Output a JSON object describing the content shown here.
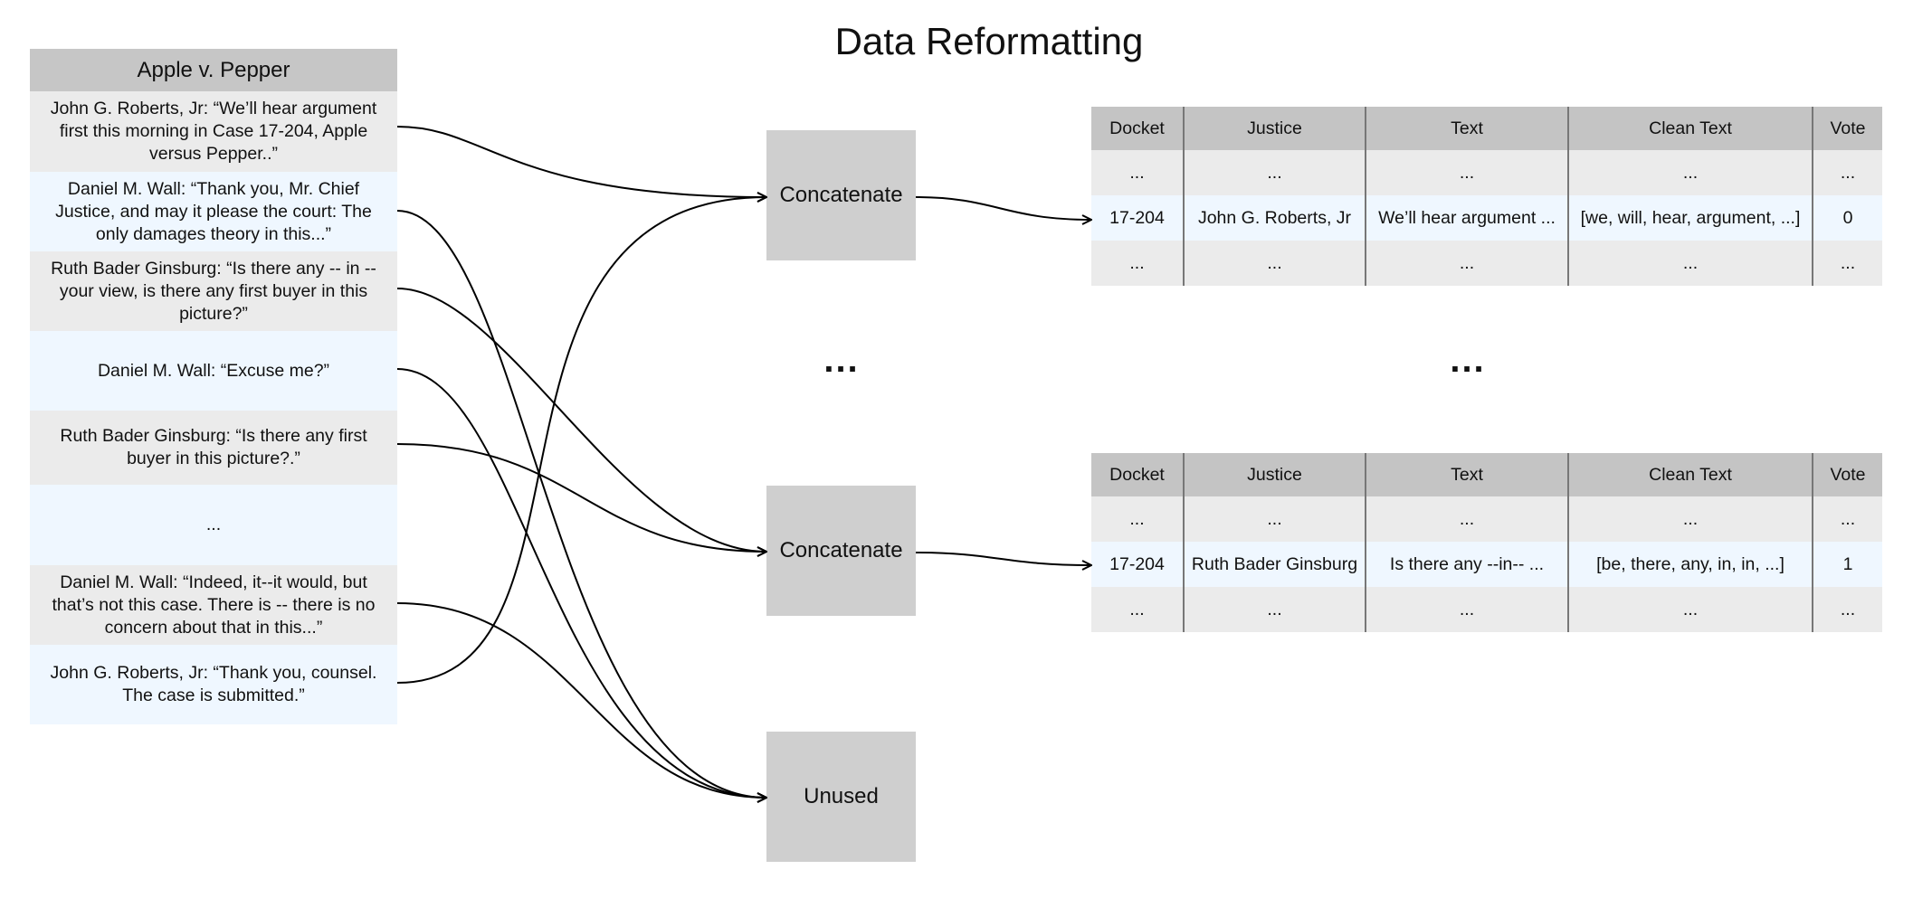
{
  "title": "Data Reformatting",
  "transcript": {
    "header": "Apple v. Pepper",
    "rows": [
      "John G. Roberts, Jr: “We’ll hear argument first this morning in Case 17-204, Apple versus Pepper..”",
      "Daniel M. Wall: “Thank you, Mr. Chief Justice, and may it please the court: The only damages theory in this...”",
      "Ruth Bader Ginsburg: “Is there any -- in -- your view, is there any first buyer in this picture?”",
      "Daniel M. Wall: “Excuse me?”",
      "Ruth Bader Ginsburg: “Is there any first buyer in this picture?.”",
      "...",
      "Daniel M. Wall: “Indeed, it--it would, but that’s not this case. There is -- there is no concern about that in this...”",
      "John G. Roberts, Jr: “Thank you, counsel. The case is submitted.”"
    ]
  },
  "boxes": {
    "concat1": "Concatenate",
    "concat2": "Concatenate",
    "unused": "Unused"
  },
  "ellipsis": "...",
  "tables": [
    {
      "headers": [
        "Docket",
        "Justice",
        "Text",
        "Clean Text",
        "Vote"
      ],
      "rows": [
        [
          "...",
          "...",
          "...",
          "...",
          "..."
        ],
        [
          "17-204",
          "John G. Roberts, Jr",
          "We’ll hear argument ...",
          "[we, will, hear, argument, ...]",
          "0"
        ],
        [
          "...",
          "...",
          "...",
          "...",
          "..."
        ]
      ]
    },
    {
      "headers": [
        "Docket",
        "Justice",
        "Text",
        "Clean Text",
        "Vote"
      ],
      "rows": [
        [
          "...",
          "...",
          "...",
          "...",
          "..."
        ],
        [
          "17-204",
          "Ruth Bader Ginsburg",
          "Is there any --in-- ...",
          "[be, there, any, in, in, ...]",
          "1"
        ],
        [
          "...",
          "...",
          "...",
          "...",
          "..."
        ]
      ]
    }
  ]
}
